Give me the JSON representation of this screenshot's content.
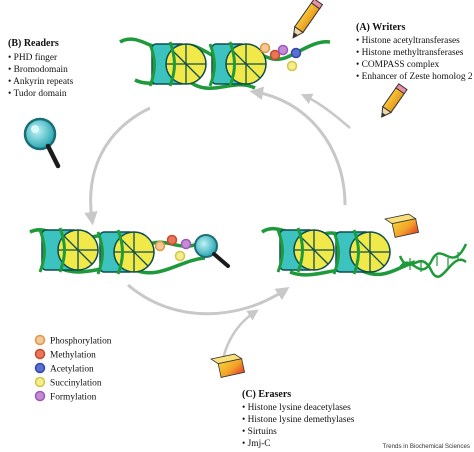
{
  "readers": {
    "title": "(B) Readers",
    "items": [
      "PHD finger",
      "Bromodomain",
      "Ankyrin repeats",
      "Tudor domain"
    ]
  },
  "writers": {
    "title": "(A) Writers",
    "items": [
      "Histone acetyltransferases",
      "Histone methyltransferases",
      "COMPASS complex",
      "Enhancer of Zeste homolog 2"
    ]
  },
  "erasers": {
    "title": "(C) Erasers",
    "items": [
      "Histone lysine deacetylases",
      "Histone lysine demethylases",
      "Sirtuins",
      "Jmj-C"
    ]
  },
  "legend": [
    {
      "label": "Phosphorylation",
      "color": "#f2c79a",
      "ring": "#e0973f"
    },
    {
      "label": "Methylation",
      "color": "#e8775a",
      "ring": "#c94a2a"
    },
    {
      "label": "Acetylation",
      "color": "#5a6fd0",
      "ring": "#3247a8"
    },
    {
      "label": "Succinylation",
      "color": "#f3ee8a",
      "ring": "#cfc64a"
    },
    {
      "label": "Formylation",
      "color": "#c58ad8",
      "ring": "#9b58b5"
    }
  ],
  "credit": "Trends in Biochemical Sciences",
  "colors": {
    "dna": "#1f9a3a",
    "histone_cyan": "#3cc3c0",
    "histone_yellow": "#f1e94a",
    "arrow": "#c8c8c8"
  }
}
